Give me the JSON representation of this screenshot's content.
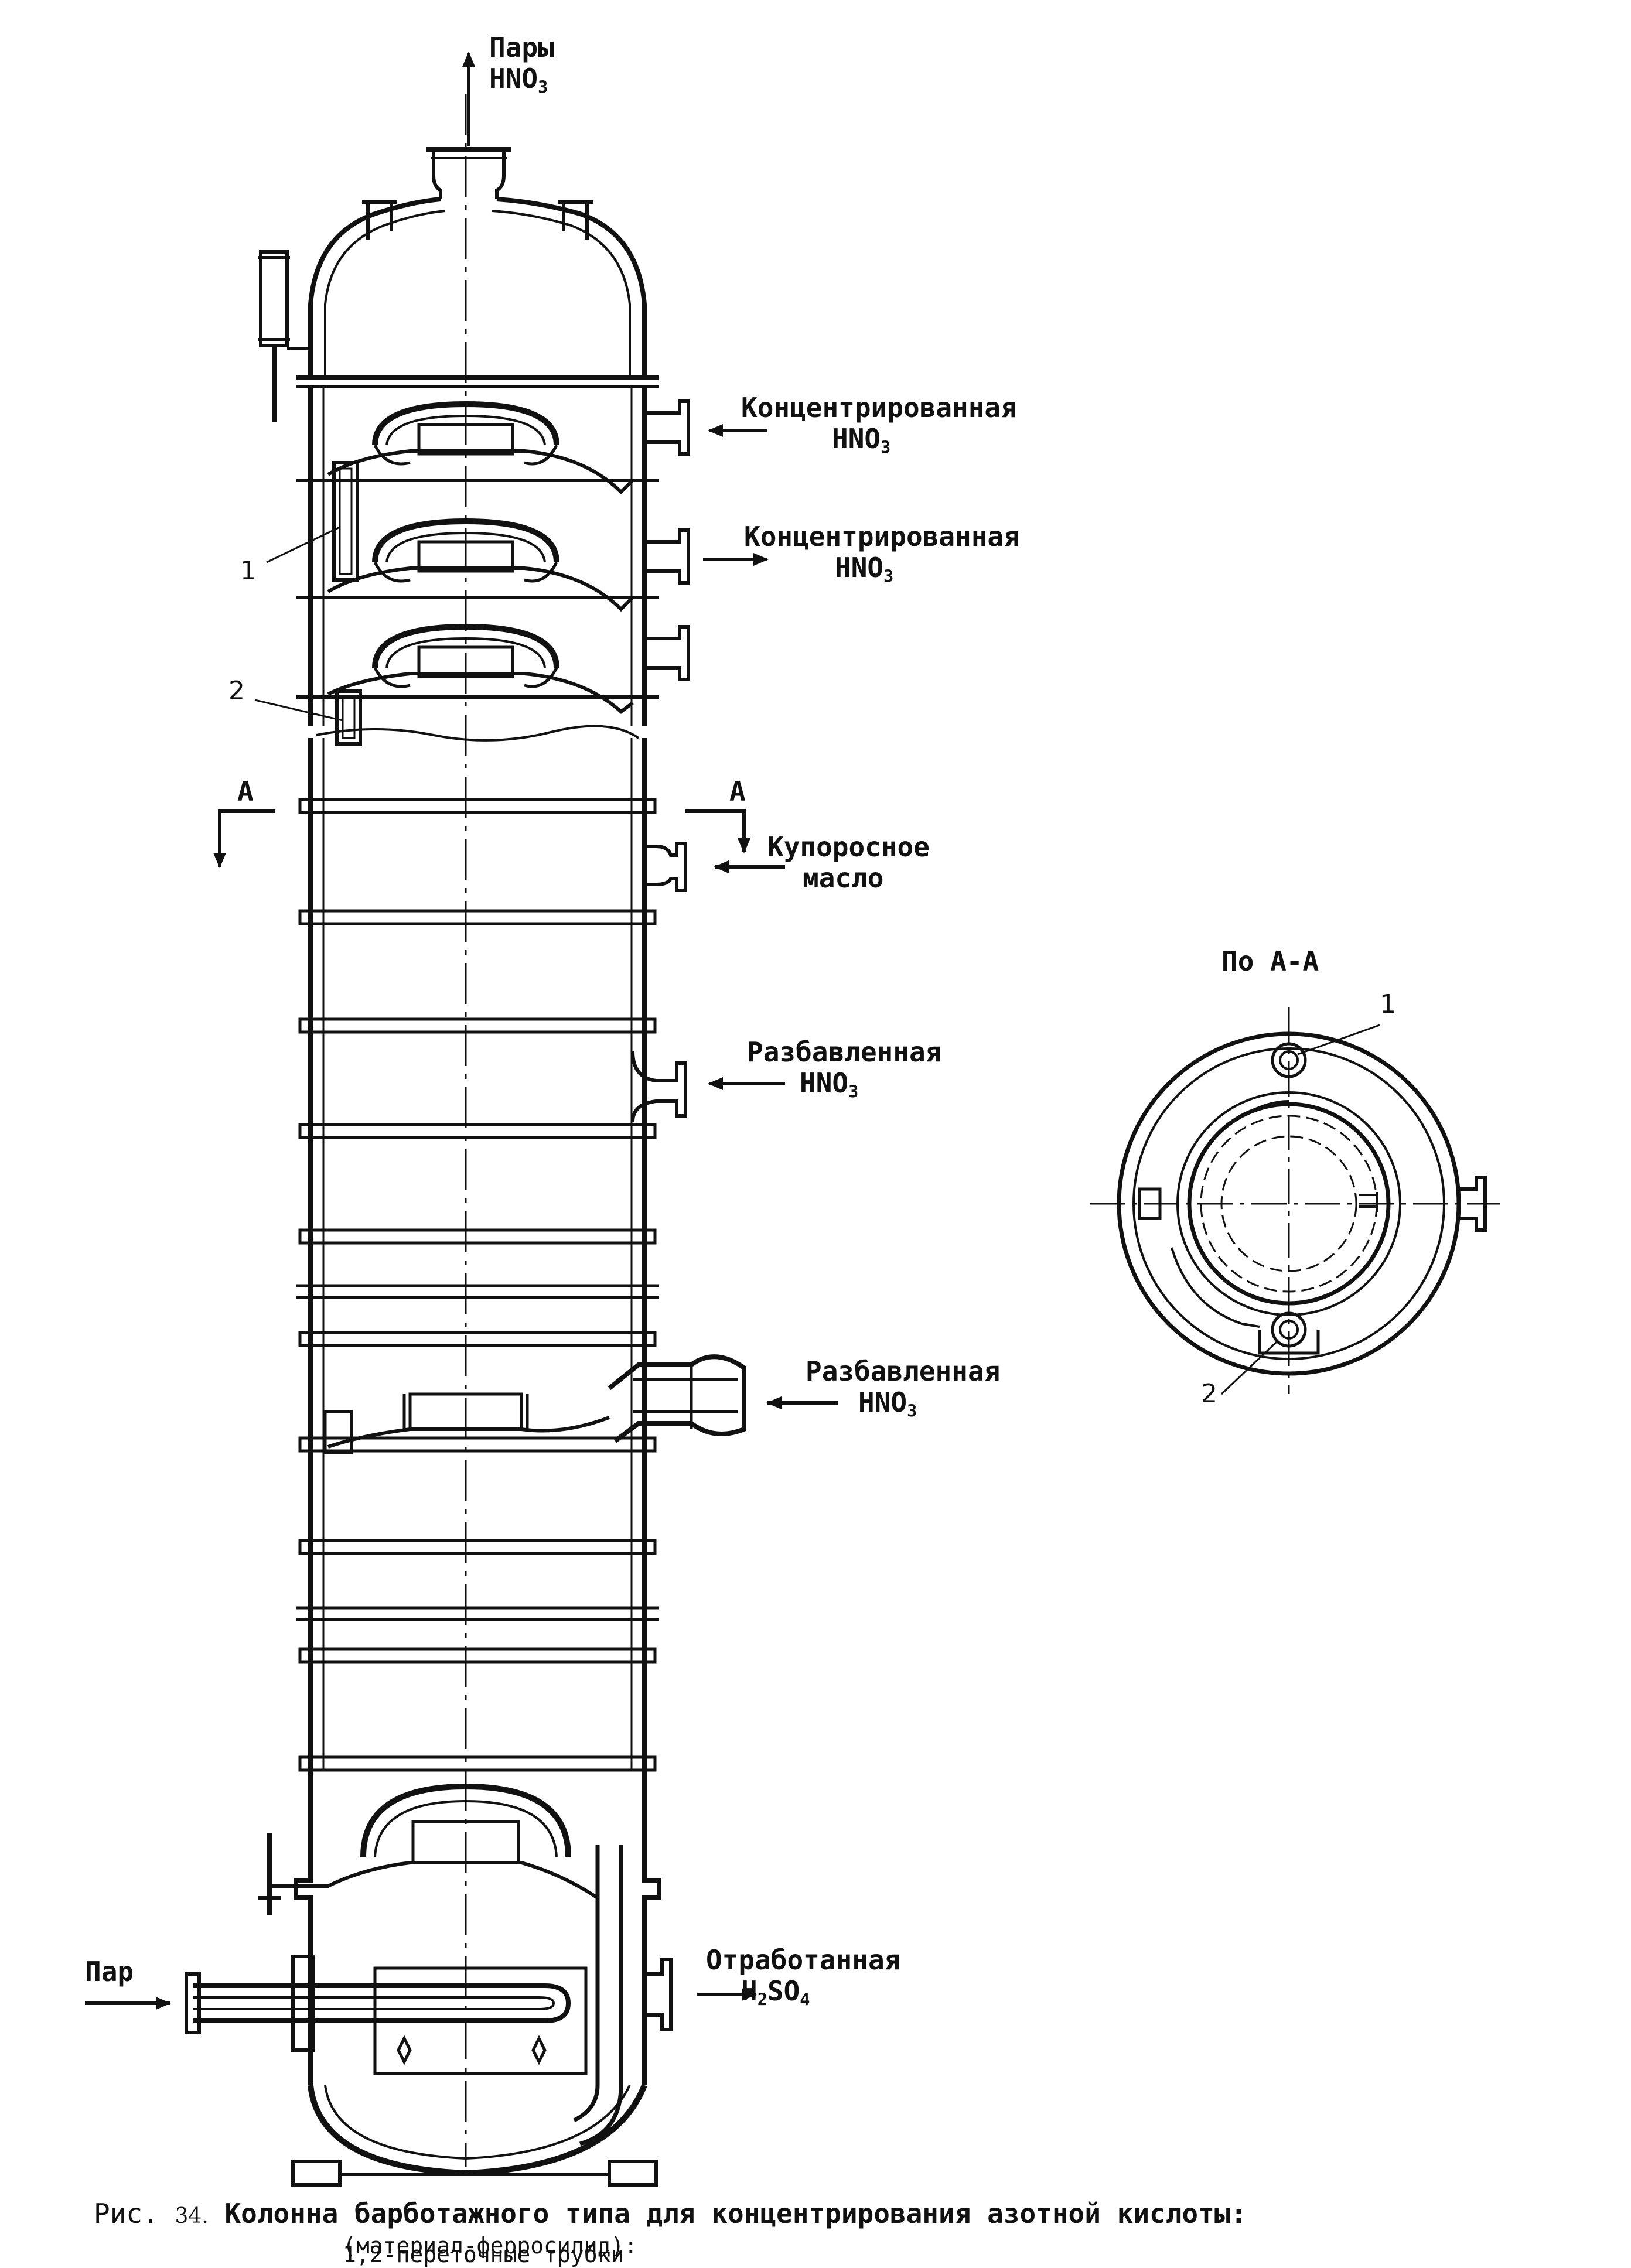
{
  "labels": {
    "vapors_title": "Пары",
    "vapors_formula_main": "HNO",
    "vapors_formula_sub": "3",
    "conc1_title": "Концентрированная",
    "conc1_formula_main": "HNO",
    "conc1_formula_sub": "3",
    "conc2_title": "Концентрированная",
    "conc2_formula_main": "HNO",
    "conc2_formula_sub": "3",
    "oleum_line1": "Купоросное",
    "oleum_line2": "масло",
    "dilute1_title": "Разбавленная",
    "dilute1_formula_main": "HNO",
    "dilute1_formula_sub": "3",
    "dilute2_title": "Разбавленная",
    "dilute2_formula_main": "HNO",
    "dilute2_formula_sub": "3",
    "spent_title": "Отработанная",
    "spent_formula_h": "H",
    "spent_formula_h_sub": "2",
    "spent_formula_so": "SO",
    "spent_formula_so_sub": "4",
    "steam": "Пар",
    "section_left": "А",
    "section_right": "А",
    "part1": "1",
    "part2": "2",
    "section_title": "По А-А",
    "section_part1": "1",
    "section_part2": "2"
  },
  "caption": {
    "prefix": "Рис.",
    "figure_number": "34.",
    "title": "Колонна барботажного типа для концентрирования азотной кислоты:",
    "line2": "(материал-ферросилид):",
    "line3": "1,2-переточные трубки"
  }
}
